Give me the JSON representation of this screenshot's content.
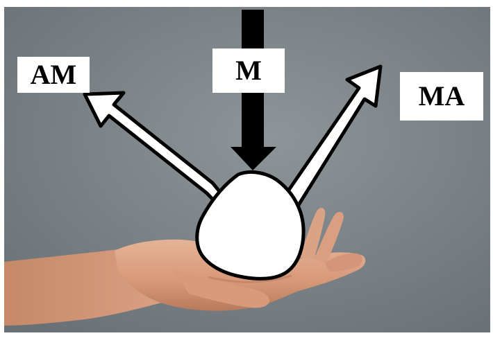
{
  "labels": {
    "am": "AM",
    "m": "M",
    "ma": "MA"
  },
  "icons": {
    "hand": "open-palm-hand-icon",
    "stone": "stone-blob",
    "arrow_down": "black-down-arrow",
    "arrow_left": "white-up-left-arrow",
    "arrow_right": "white-up-right-arrow"
  },
  "colors": {
    "background": "#7d8489",
    "arrow_dark": "#000000",
    "arrow_light": "#ffffff",
    "skin": "#e0a98a"
  }
}
